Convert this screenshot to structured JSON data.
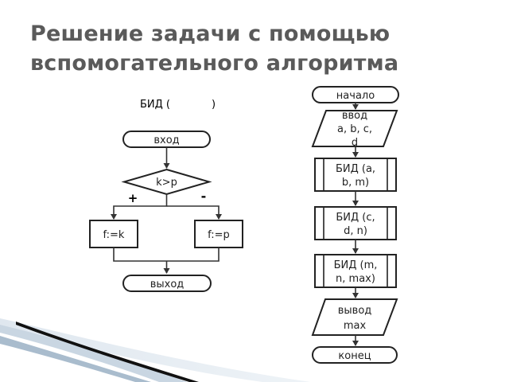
{
  "slide": {
    "title": "Решение задачи с помощью вспомогательного алгоритма"
  },
  "subroutine": {
    "caption": "БИД (",
    "caption_close": ")",
    "entry": "вход",
    "condition": "k>p",
    "plus": "+",
    "minus": "-",
    "left_action": "f:=k",
    "right_action": "f:=p",
    "exit": "выход"
  },
  "main": {
    "start": "начало",
    "input_line1": "ввод",
    "input_line2": "a, b, c,",
    "input_line3": "d",
    "call1_line1": "БИД (a,",
    "call1_line2": "b, m)",
    "call2_line1": "БИД (c,",
    "call2_line2": "d, n)",
    "call3_line1": "БИД (m,",
    "call3_line2": "n, max)",
    "output_line1": "вывод",
    "output_line2": "max",
    "end": "конец"
  }
}
